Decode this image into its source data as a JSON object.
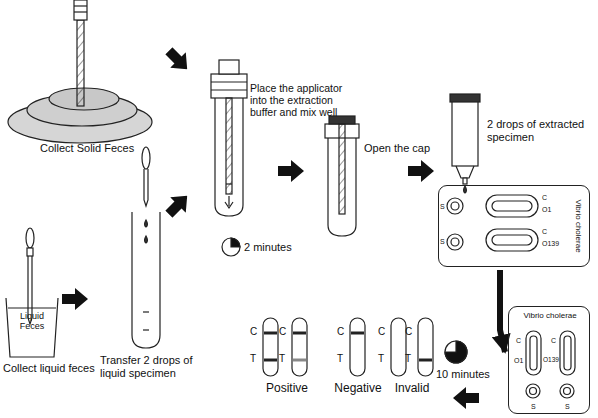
{
  "diagram": {
    "nodes": [
      {
        "text": [
          "S",
          "S",
          "C",
          "O1",
          "C",
          "O139",
          "Vibrio cholerae"
        ]
      },
      {
        "text": [
          "Vibrio cholerae",
          "C",
          "O1",
          "C",
          "O139",
          "S",
          "S"
        ]
      }
    ],
    "edges": [
      {
        "from": 0,
        "to": 1,
        "arrow": "to"
      }
    ],
    "labels": [
      "Collect Solid Feces",
      "Liquid Feces",
      "Collect liquid feces",
      "Transfer 2 drops of liquid specimen",
      "Place the applicator into the extraction buffer and mix well",
      "2 minutes",
      "Open the cap",
      "2 drops of extracted specimen",
      "10 minutes",
      "C",
      "T",
      "C",
      "T",
      "C",
      "T",
      "C",
      "T",
      "C",
      "T",
      "Positive",
      "Negative",
      "Invalid"
    ]
  }
}
